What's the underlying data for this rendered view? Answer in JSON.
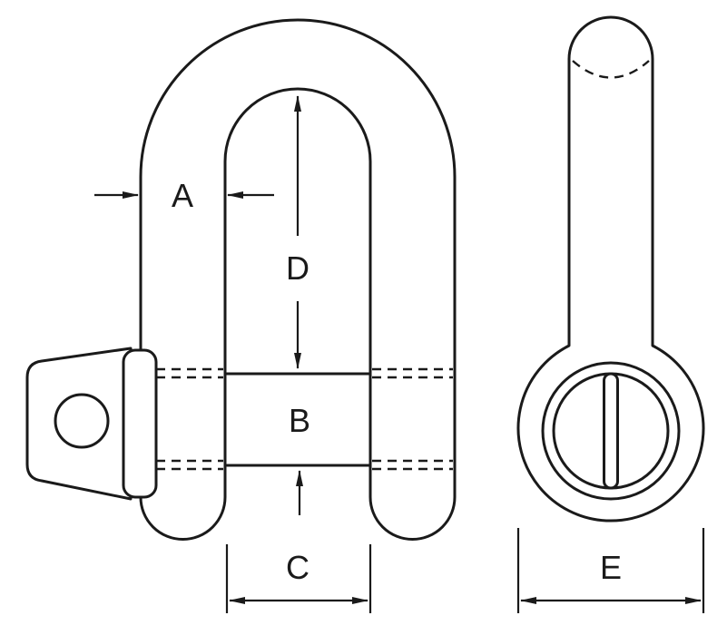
{
  "diagram": {
    "kind": "shackle-dimension-drawing",
    "colors": {
      "line": "#1a1a1a",
      "background": "#ffffff"
    },
    "labels": {
      "a": "A",
      "b": "B",
      "c": "C",
      "d": "D",
      "e": "E"
    }
  }
}
